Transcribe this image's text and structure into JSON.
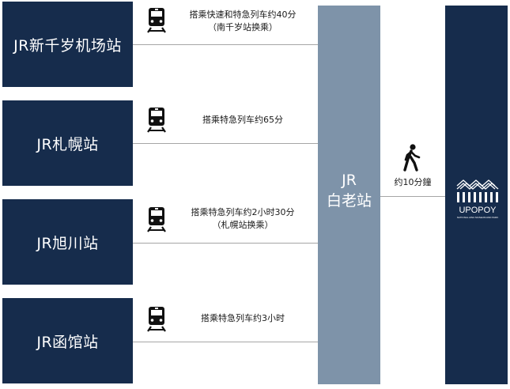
{
  "routes": [
    {
      "station": "JR新千岁机场站",
      "line1": "搭乘快速和特急列车约40分",
      "line2": "（南千岁站换乘）"
    },
    {
      "station": "JR札幌站",
      "line1": "搭乘特急列车约65分",
      "line2": ""
    },
    {
      "station": "JR旭川站",
      "line1": "搭乘特急列车约2小时30分",
      "line2": "（札幌站换乘）"
    },
    {
      "station": "JR函馆站",
      "line1": "搭乘特急列车约3小时",
      "line2": ""
    }
  ],
  "hub": {
    "line1": "JR",
    "line2": "白老站"
  },
  "walk": {
    "text": "约10分鐘",
    "icon": "walking-person-icon"
  },
  "destination": {
    "logo_text": "UPOPOY",
    "logo_subtext": "NATIONAL AINU MUSEUM AND PARK"
  },
  "icons": {
    "train": "train-icon"
  },
  "colors": {
    "station_bg": "#162c4c",
    "hub_bg": "#7e93a9",
    "line": "#a6a6a6",
    "text": "#1a1a1a"
  }
}
